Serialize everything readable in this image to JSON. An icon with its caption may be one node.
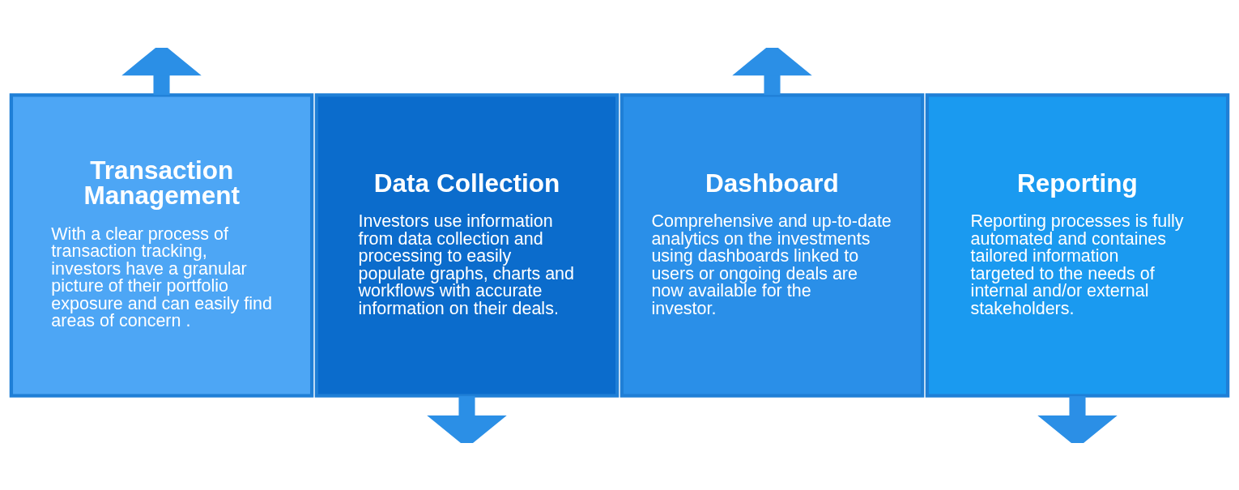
{
  "diagram": {
    "nodes": [
      {
        "text": [
          "Transaction Management",
          "With a clear process of transaction tracking, investors have a granular picture of their portfolio exposure and can easily find areas of concern ."
        ]
      },
      {
        "text": [
          "Data Collection",
          "Investors use information from data collection and processing to easily populate graphs, charts and workflows with accurate information on their deals."
        ]
      },
      {
        "text": [
          "Dashboard",
          "Comprehensive and up-to-date analytics on the investments using dashboards linked to users or ongoing deals are now available for the investor."
        ]
      },
      {
        "text": [
          "Reporting",
          "Reporting processes is fully automated and containes tailored information targeted to the needs of internal and/or external stakeholders."
        ]
      }
    ],
    "edges": [
      {
        "from": 0,
        "to": null,
        "arrow": "to"
      },
      {
        "from": 1,
        "to": null,
        "arrow": "to"
      },
      {
        "from": 2,
        "to": null,
        "arrow": "to"
      },
      {
        "from": 3,
        "to": null,
        "arrow": "to"
      }
    ]
  }
}
